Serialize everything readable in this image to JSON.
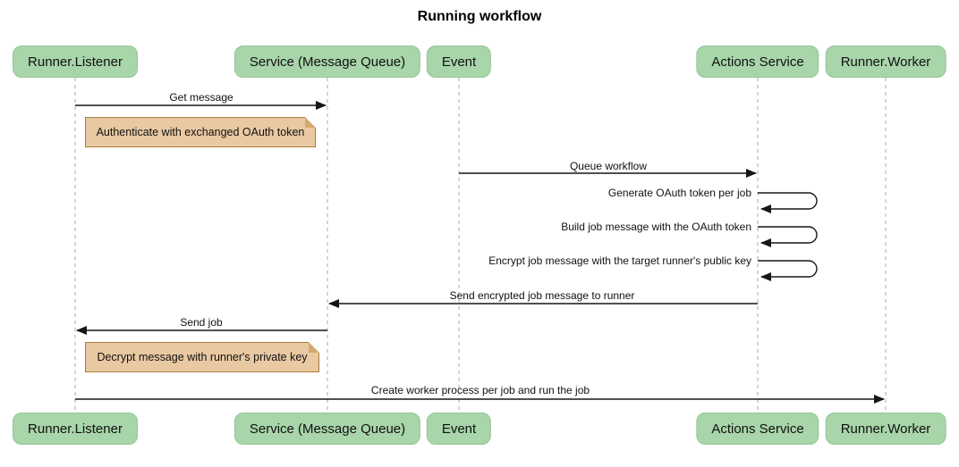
{
  "title": "Running workflow",
  "participants": [
    {
      "name": "Runner.Listener"
    },
    {
      "name": "Service (Message Queue)"
    },
    {
      "name": "Event"
    },
    {
      "name": "Actions Service"
    },
    {
      "name": "Runner.Worker"
    }
  ],
  "messages": [
    {
      "label": "Get message",
      "from": "Runner.Listener",
      "to": "Service (Message Queue)",
      "self": false
    },
    {
      "label": "Queue workflow",
      "from": "Event",
      "to": "Actions Service",
      "self": false
    },
    {
      "label": "Generate OAuth token per job",
      "from": "Actions Service",
      "to": "Actions Service",
      "self": true
    },
    {
      "label": "Build job message with the OAuth token",
      "from": "Actions Service",
      "to": "Actions Service",
      "self": true
    },
    {
      "label": "Encrypt job message with the target runner's public key",
      "from": "Actions Service",
      "to": "Actions Service",
      "self": true
    },
    {
      "label": "Send encrypted job message to runner",
      "from": "Actions Service",
      "to": "Service (Message Queue)",
      "self": false
    },
    {
      "label": "Send job",
      "from": "Service (Message Queue)",
      "to": "Runner.Listener",
      "self": false
    },
    {
      "label": "Create worker process per job and run the job",
      "from": "Runner.Listener",
      "to": "Runner.Worker",
      "self": false
    }
  ],
  "notes": [
    {
      "text": "Authenticate with exchanged OAuth token",
      "over": "Runner.Listener"
    },
    {
      "text": "Decrypt message with runner's private key",
      "over": "Runner.Listener"
    }
  ],
  "colors": {
    "participant_fill": "#a8d5aa",
    "participant_border": "#94c597",
    "note_fill": "#e9c9a2",
    "note_border": "#a87f3c",
    "lifeline": "#a8a8a8",
    "arrow": "#161616",
    "background": "#ffffff",
    "text": "#111111"
  }
}
